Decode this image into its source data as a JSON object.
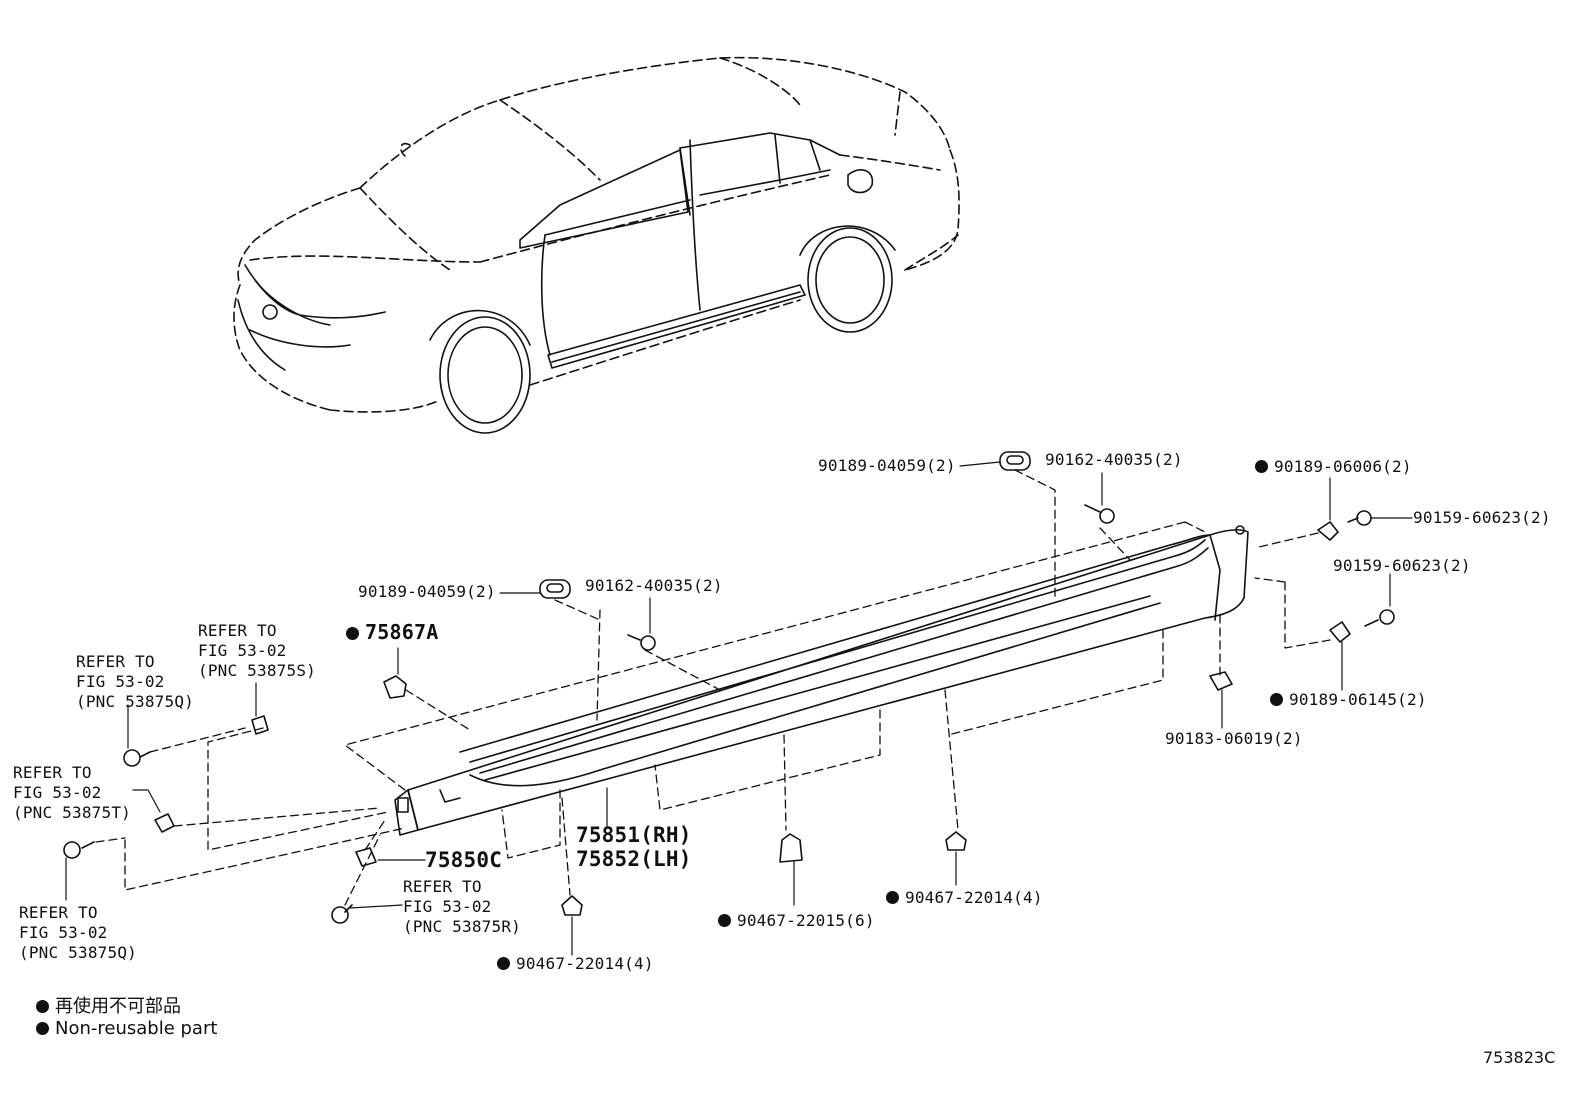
{
  "labels": {
    "p_90189_04059_a": "90189-04059(2)",
    "p_90162_40035_a": "90162-40035(2)",
    "p_90189_06006": "90189-06006(2)",
    "p_90159_60623_a": "90159-60623(2)",
    "p_90159_60623_b": "90159-60623(2)",
    "p_90189_04059_b": "90189-04059(2)",
    "p_90162_40035_b": "90162-40035(2)",
    "p_75867A": "75867A",
    "p_90189_06145": "90189-06145(2)",
    "p_90183_06019": "90183-06019(2)",
    "p_75851": "75851(RH)",
    "p_75852": "75852(LH)",
    "p_75850C": "75850C",
    "p_90467_22014_a": "90467-22014(4)",
    "p_90467_22015": "90467-22015(6)",
    "p_90467_22014_b": "90467-22014(4)",
    "ref_53875S": "REFER TO\nFIG 53-02\n(PNC 53875S)",
    "ref_53875Q_top": "REFER TO\nFIG 53-02\n(PNC 53875Q)",
    "ref_53875T": "REFER TO\nFIG 53-02\n(PNC 53875T)",
    "ref_53875Q_bottom": "REFER TO\nFIG 53-02\n(PNC 53875Q)",
    "ref_53875R": "REFER TO\nFIG 53-02\n(PNC 53875R)"
  },
  "legend": {
    "jp": "再使用不可部品",
    "en": "Non-reusable part"
  },
  "diagram_code": "753823C",
  "colors": {
    "ink": "#111111",
    "background": "#ffffff"
  }
}
